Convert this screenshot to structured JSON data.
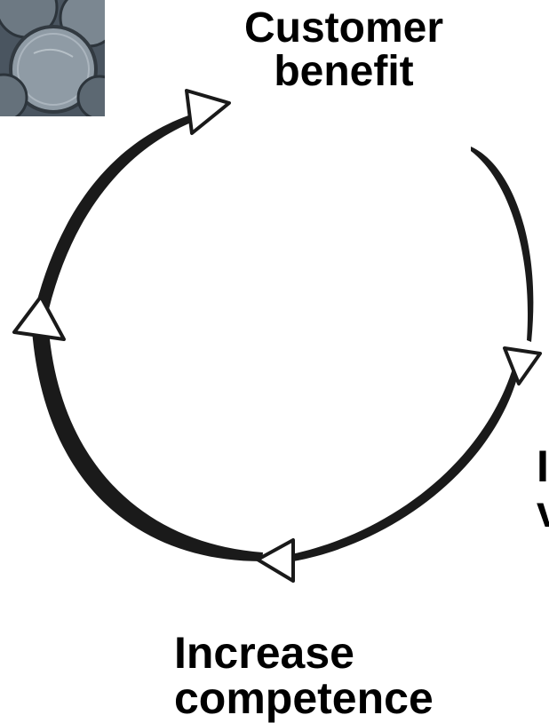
{
  "labels": {
    "top": {
      "line1": "Customer",
      "line2": "benefit"
    },
    "bottom": {
      "line1": "Increase",
      "line2": "competence"
    },
    "right": {
      "line1": "I",
      "line2": "v"
    }
  },
  "colors": {
    "arrow": "#1a1a1a",
    "arrowhead_fill": "#ffffff",
    "text": "#000000",
    "coin_background": "#4a5560",
    "coin_face": "#8f9ba5"
  },
  "image": {
    "subject": "coins-photo"
  }
}
